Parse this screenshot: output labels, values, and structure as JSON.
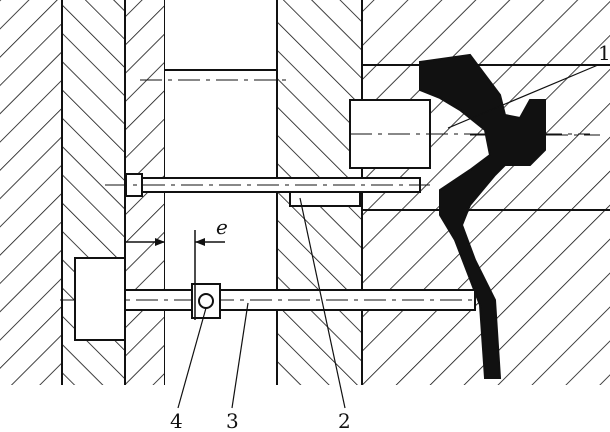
{
  "diagram": {
    "callouts": [
      {
        "id": "part-1",
        "text": "1"
      },
      {
        "id": "part-2",
        "text": "2"
      },
      {
        "id": "part-3",
        "text": "3"
      },
      {
        "id": "part-4",
        "text": "4"
      }
    ],
    "dimension": {
      "text": "e"
    },
    "colors": {
      "ink": "#111111",
      "background": "#ffffff"
    }
  }
}
